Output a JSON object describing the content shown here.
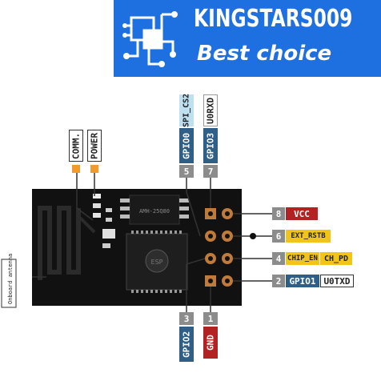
{
  "banner": {
    "brand_name": "KINGSTARS009",
    "tagline": "Best choice",
    "colors": {
      "background": "#1e6fe0",
      "text": "#ffffff"
    },
    "logo_icon": "circuit-chip-icon"
  },
  "board": {
    "chip_label": "ESP",
    "flash_label": "AMH-25Q80",
    "antenna_label": "Onboard antenna",
    "led_labels": {
      "comm": "COMM.",
      "power": "POWER"
    },
    "colors": {
      "pcb": "#111111",
      "pad": "#c07a3a",
      "orange": "#f29a2b"
    }
  },
  "pins": {
    "top": [
      {
        "number": "5",
        "name": "GPIO0",
        "alt": "SPI_CS2"
      },
      {
        "number": "7",
        "name": "GPIO3",
        "alt": "U0RXD"
      }
    ],
    "bottom": [
      {
        "number": "3",
        "name": "GPIO2"
      },
      {
        "number": "1",
        "name": "GND"
      }
    ],
    "right": [
      {
        "number": "8",
        "name": "VCC"
      },
      {
        "number": "6",
        "name": "EXT_RSTB"
      },
      {
        "number": "4",
        "name": "CHIP_EN",
        "alt": "CH_PD"
      },
      {
        "number": "2",
        "name": "GPIO1",
        "alt": "U0TXD"
      }
    ]
  }
}
